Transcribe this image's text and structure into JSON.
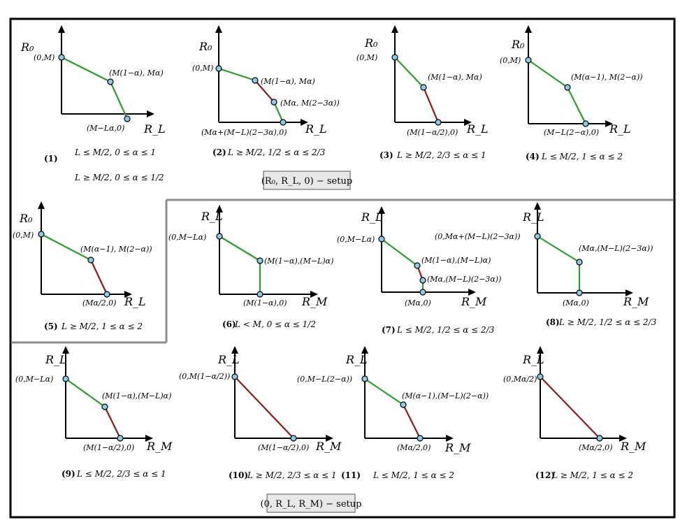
{
  "colors": {
    "green": "#2e9b2e",
    "red": "#8b1a1a",
    "point": "#8ecae6",
    "gray_divider": "#8c8c8c",
    "frame": "#000000"
  },
  "labels": {
    "setup_top": "(R₀, R_L, 0) − setup",
    "setup_bottom": "(0, R_L, R_M) − setup"
  },
  "panels": [
    {
      "num": "(1)",
      "ylabel": "R₀",
      "xlabel": "R_L",
      "points": [
        "(0,M)",
        "(M(1−α), Mα)",
        "(M−Lα,0)"
      ],
      "conds": [
        "L ≤ M/2,  0 ≤ α ≤ 1",
        "L ≥ M/2,  0 ≤ α ≤ 1/2"
      ],
      "segments": [
        "green",
        "green"
      ]
    },
    {
      "num": "(2)",
      "ylabel": "R₀",
      "xlabel": "R_L",
      "points": [
        "(0,M)",
        "(M(1−α), Mα)",
        "(Mα, M(2−3α))",
        "(Mα+(M−L)(2−3α),0)"
      ],
      "conds": [
        "L ≥ M/2,  1/2 ≤ α ≤ 2/3"
      ],
      "segments": [
        "green",
        "red",
        "green"
      ]
    },
    {
      "num": "(3)",
      "ylabel": "R₀",
      "xlabel": "R_L",
      "points": [
        "(0,M)",
        "(M(1−α), Mα)",
        "(M(1−α/2),0)"
      ],
      "conds": [
        "L ≥ M/2,  2/3 ≤ α ≤ 1"
      ],
      "segments": [
        "green",
        "red"
      ]
    },
    {
      "num": "(4)",
      "ylabel": "R₀",
      "xlabel": "R_L",
      "points": [
        "(0,M)",
        "(M(α−1), M(2−α))",
        "(M−L(2−α),0)"
      ],
      "conds": [
        "L ≤ M/2,  1 ≤ α ≤ 2"
      ],
      "segments": [
        "green",
        "green"
      ]
    },
    {
      "num": "(5)",
      "ylabel": "R₀",
      "xlabel": "R_L",
      "points": [
        "(0,M)",
        "(M(α−1), M(2−α))",
        "(Mα/2,0)"
      ],
      "conds": [
        "L ≥ M/2,  1 ≤ α ≤ 2"
      ],
      "segments": [
        "green",
        "red"
      ]
    },
    {
      "num": "(6)",
      "ylabel": "R_L",
      "xlabel": "R_M",
      "points": [
        "(0,M−Lα)",
        "(M(1−α),(M−L)α)",
        "(M(1−α),0)"
      ],
      "conds": [
        "L < M,  0 ≤ α ≤ 1/2"
      ],
      "segments": [
        "green",
        "green"
      ]
    },
    {
      "num": "(7)",
      "ylabel": "R_L",
      "xlabel": "R_M",
      "points": [
        "(0,M−Lα)",
        "(M(1−α),(M−L)α)",
        "(Mα,(M−L)(2−3α))",
        "(Mα,0)"
      ],
      "conds": [
        "L ≤ M/2,  1/2 ≤ α ≤ 2/3"
      ],
      "segments": [
        "green",
        "red",
        "green"
      ]
    },
    {
      "num": "(8)",
      "ylabel": "R_L",
      "xlabel": "R_M",
      "points": [
        "(0,Mα+(M−L)(2−3α))",
        "(Mα,(M−L)(2−3α))",
        "(Mα,0)"
      ],
      "conds": [
        "L ≥ M/2,  1/2 ≤ α ≤ 2/3"
      ],
      "segments": [
        "green",
        "green"
      ]
    },
    {
      "num": "(9)",
      "ylabel": "R_L",
      "xlabel": "R_M",
      "points": [
        "(0,M−Lα)",
        "(M(1−α),(M−L)α)",
        "(M(1−α/2),0)"
      ],
      "conds": [
        "L ≤ M/2,  2/3 ≤ α ≤ 1"
      ],
      "segments": [
        "green",
        "red"
      ]
    },
    {
      "num": "(10)",
      "ylabel": "R_L",
      "xlabel": "R_M",
      "points": [
        "(0,M(1−α/2))",
        "(M(1−α/2),0)"
      ],
      "conds": [
        "L ≥ M/2,  2/3 ≤ α ≤ 1"
      ],
      "segments": [
        "red"
      ]
    },
    {
      "num": "(11)",
      "ylabel": "R_L",
      "xlabel": "R_M",
      "points": [
        "(0,M−L(2−α))",
        "(M(α−1),(M−L)(2−α))",
        "(Mα/2,0)"
      ],
      "conds": [
        "L ≤ M/2,  1 ≤ α ≤ 2"
      ],
      "segments": [
        "green",
        "red"
      ]
    },
    {
      "num": "(12)",
      "ylabel": "R_L",
      "xlabel": "R_M",
      "points": [
        "(0,Mα/2)",
        "(Mα/2,0)"
      ],
      "conds": [
        "L ≥ M/2,  1 ≤ α ≤ 2"
      ],
      "segments": [
        "red"
      ]
    }
  ]
}
